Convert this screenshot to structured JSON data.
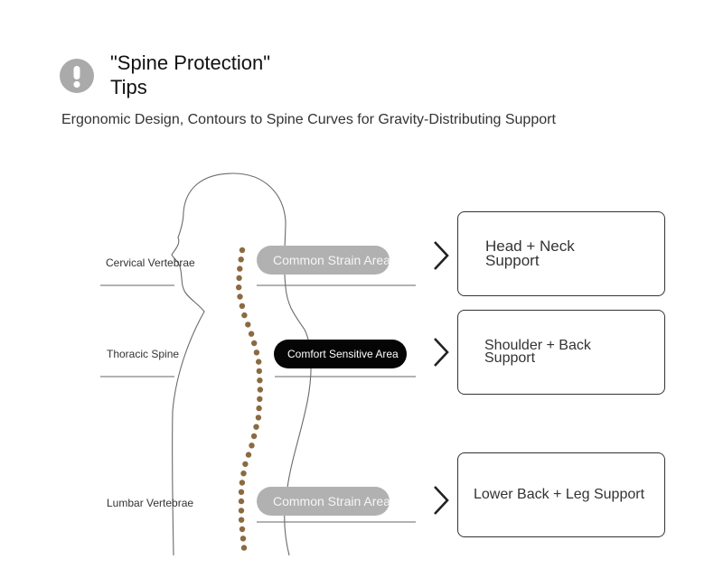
{
  "header": {
    "title": "\"Spine Protection\"\nTips",
    "subtitle": "Ergonomic Design, Contours to Spine Curves for Gravity-Distributing Support",
    "icon": "exclamation-icon"
  },
  "colors": {
    "icon_bg": "#aaaaaa",
    "spine_dots": "#8b6a42",
    "pill_gray": "#b1b1b1",
    "pill_black": "#050505",
    "lines": "#666666"
  },
  "regions": [
    {
      "label": "Cervical Vertebrae",
      "pill": "Common Strain Area",
      "pill_style": "gray",
      "support": "Head + Neck\nSupport"
    },
    {
      "label": "Thoracic Spine",
      "pill": "Comfort Sensitive Area",
      "pill_style": "black",
      "support": "Shoulder + Back\nSupport"
    },
    {
      "label": "Lumbar Vertebrae",
      "pill": "Common Strain Area",
      "pill_style": "gray",
      "support": "Lower Back + Leg Support"
    }
  ]
}
